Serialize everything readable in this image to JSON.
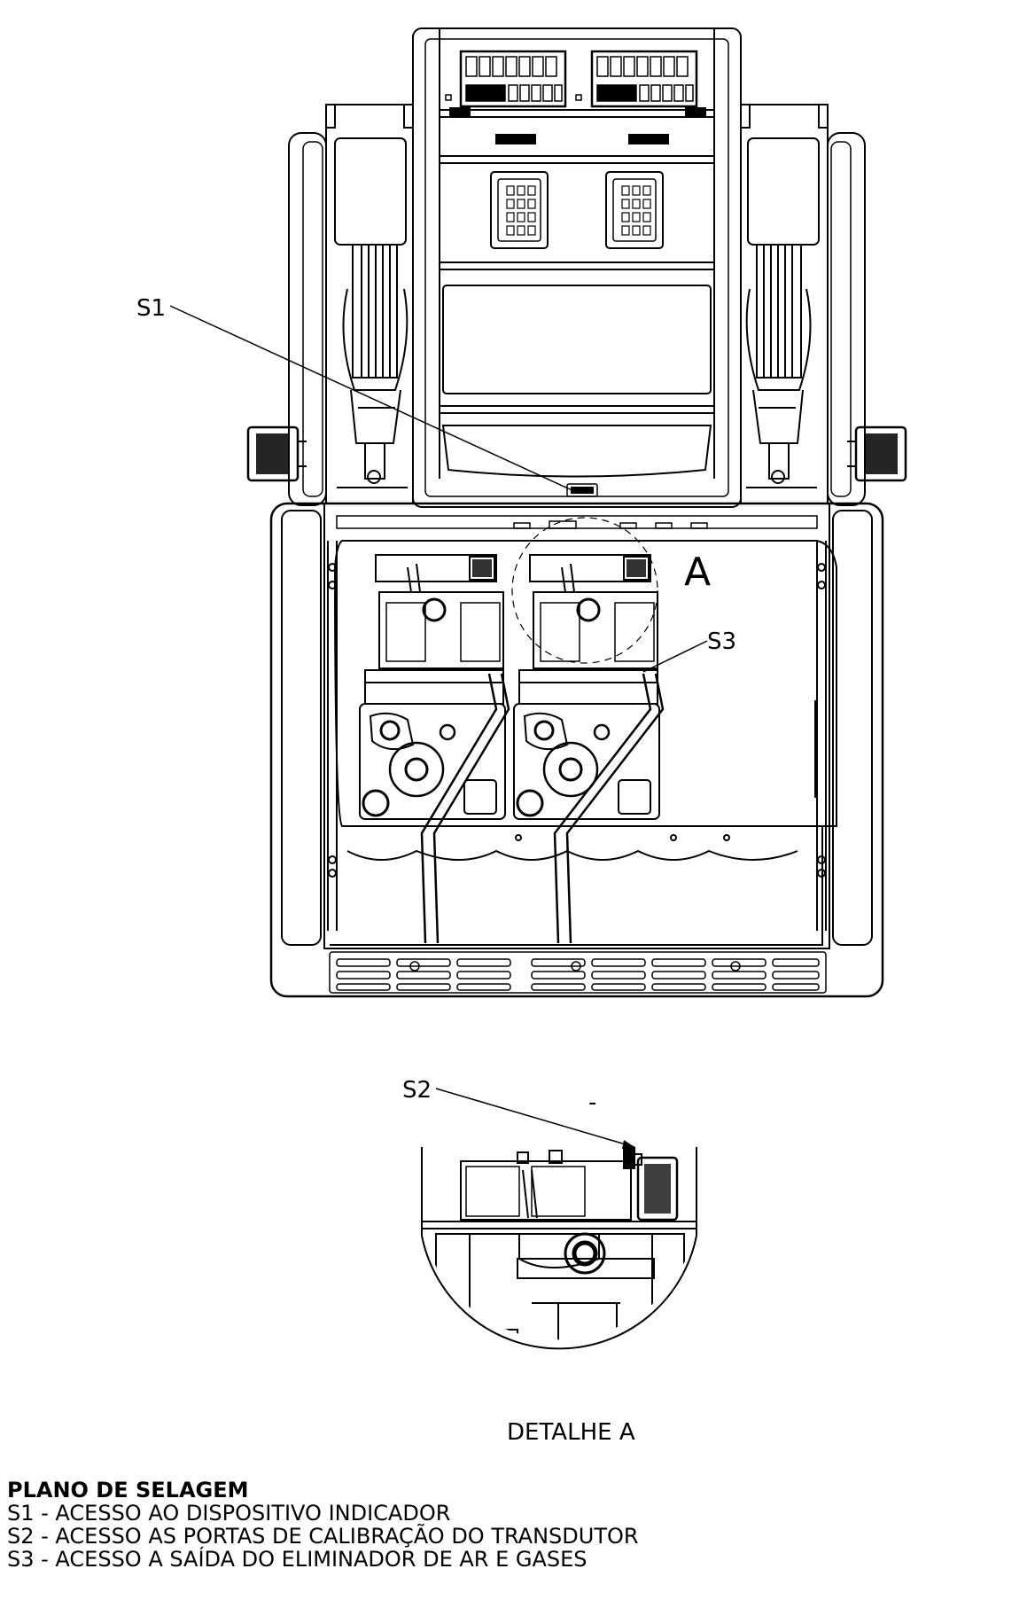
{
  "labels": {
    "s1": "S1",
    "s2": "S2",
    "s3": "S3",
    "detail_letter": "A",
    "detail_caption": "DETALHE A",
    "stray_mark": "-"
  },
  "legend": {
    "title": "PLANO DE SELAGEM",
    "items": [
      "S1 - ACESSO AO DISPOSITIVO INDICADOR",
      "S2 - ACESSO AS PORTAS DE CALIBRAÇÃO DO TRANSDUTOR",
      "S3 - ACESSO A SAÍDA DO ELIMINADOR DE AR E GASES"
    ]
  }
}
